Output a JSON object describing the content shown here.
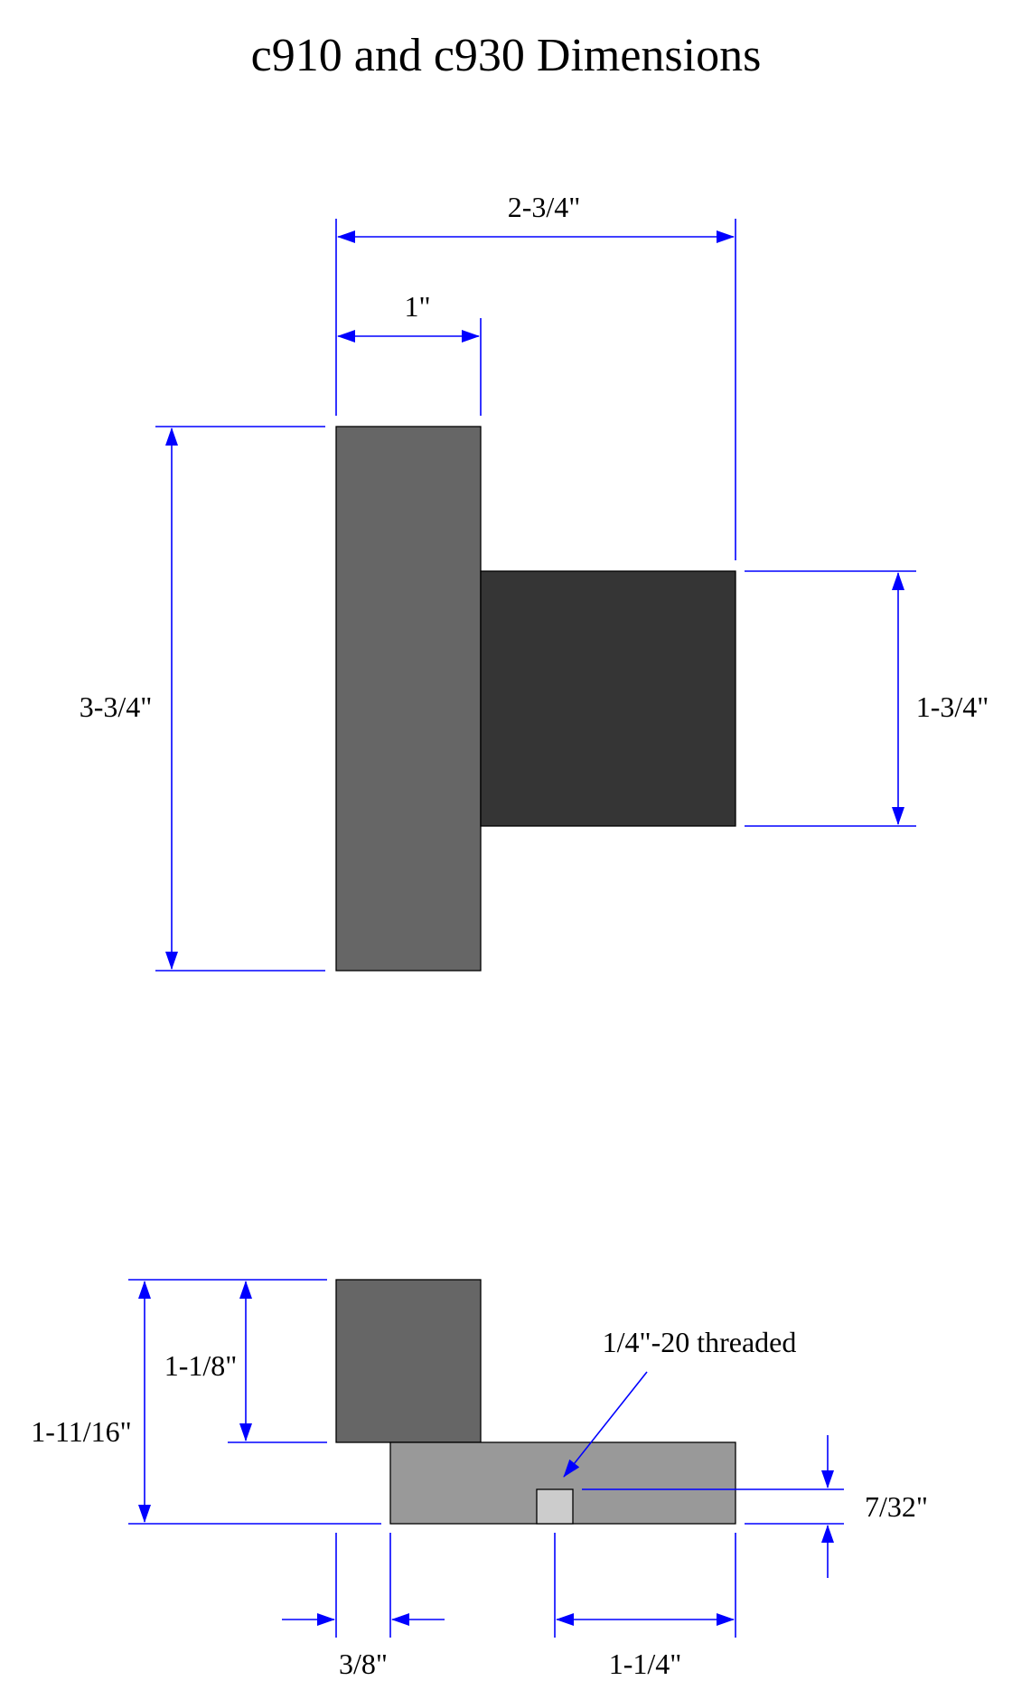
{
  "title": "c910 and c930 Dimensions",
  "colors": {
    "dimension": "#0000ff",
    "flange": "#666666",
    "body": "#353535",
    "base": "#999999",
    "thread_hole": "#cccccc",
    "outline": "#000000"
  },
  "top_view": {
    "overall_width": "2-3/4\"",
    "flange_width": "1\"",
    "flange_height": "3-3/4\"",
    "body_height": "1-3/4\""
  },
  "side_view": {
    "overall_height": "1-11/16\"",
    "upper_height": "1-1/8\"",
    "thread_label": "1/4\"-20 threaded",
    "hole_offset": "7/32\"",
    "left_offset": "3/8\"",
    "hole_to_edge": "1-1/4\""
  }
}
